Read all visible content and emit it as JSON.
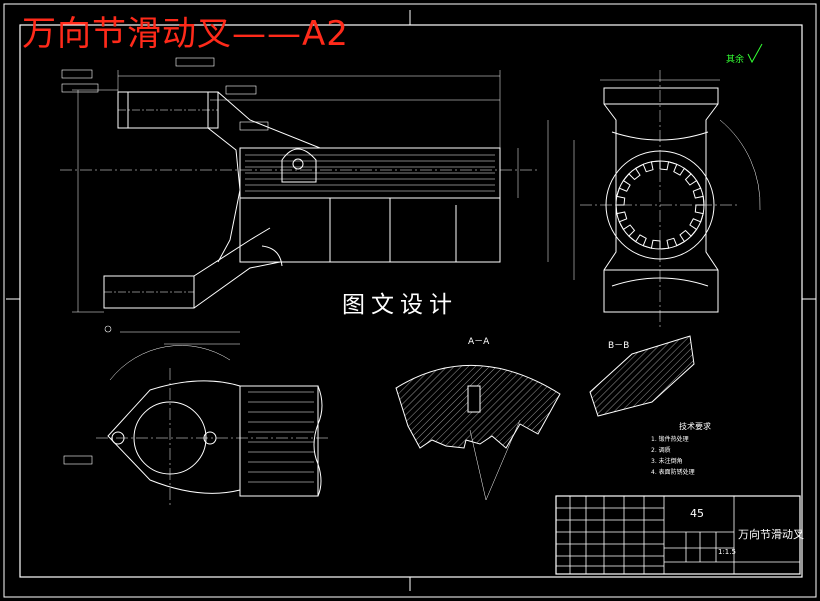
{
  "drawing": {
    "overlay_title": "万向节滑动叉——A2",
    "brand_text": "图文设计",
    "surface_note": "其余",
    "section_a": "A－A",
    "section_b": "B－B",
    "tech_requirements": {
      "heading": "技术要求",
      "items": [
        "1. 锻件热处理",
        "2. 调质",
        "3. 未注倒角",
        "4. 表面防锈处理"
      ]
    },
    "title_block": {
      "material": "45",
      "part_name": "万向节滑动叉",
      "scale": "1:1.5"
    }
  },
  "colors": {
    "background": "#000000",
    "line": "#ffffff",
    "overlay_title": "#ff2a1a",
    "surface_note": "#33ff33"
  }
}
